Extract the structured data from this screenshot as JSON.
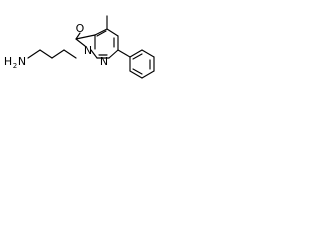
{
  "molecule": {
    "labels": {
      "oxygen": "O",
      "nitrogen_1": "N",
      "nitrogen_2": "N",
      "amine_h": "H",
      "amine_sub": "2",
      "amine_n": "N"
    }
  }
}
